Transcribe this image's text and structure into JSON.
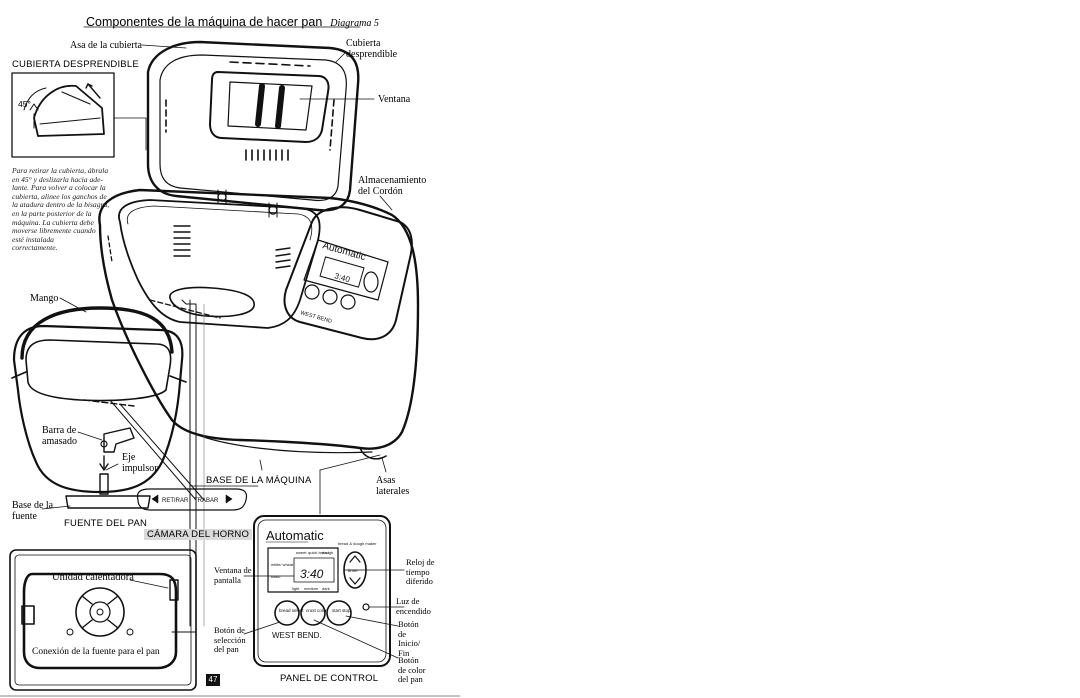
{
  "diagram": {
    "title": "Componentes de la máquina de hacer pan",
    "subtitle": "Diagrama 5",
    "page_number": "47"
  },
  "labels": {
    "cover_handle": "Asa de la cubierta",
    "removable_cover": [
      "Cubierta",
      "desprendible"
    ],
    "window": "Ventana",
    "cord_storage": [
      "Almacenamiento",
      "del Cordón"
    ],
    "handle": "Mango",
    "kneading_bar": [
      "Barra de",
      "amasado"
    ],
    "drive_shaft": [
      "Eje",
      "impulsor"
    ],
    "pan_base": [
      "Base de la",
      "fuente"
    ],
    "side_handles": [
      "Asas",
      "laterales"
    ],
    "heating_unit": "Unidad calentadora",
    "pan_connection": "Conexión de la fuente para el pan"
  },
  "bands": {
    "removable_cover": "CUBIERTA DESPRENDIBLE",
    "machine_base": "BASE DE LA MÁQUINA",
    "bread_pan": "FUENTE DEL PAN",
    "oven_chamber": "CÁMARA DEL HORNO",
    "control_panel": "PANEL DE CONTROL"
  },
  "inset": {
    "angle": "45°",
    "instructions": [
      "Para retirar la cubierta, ábrala",
      "en 45° y deslizarla hacia ade-",
      "lante. Para volver a colocar la",
      "cubierta, alinee los ganchos de",
      "la atadura dentro de la bisagra,",
      "en la parte posterior de la",
      "máquina. La cubierta debe",
      "moverse libremente cuando",
      "esté instalada",
      "correctamente."
    ]
  },
  "slider": {
    "remove": "RETIRAR",
    "lock": "TRABAR"
  },
  "panel": {
    "brand": "Automatic",
    "sub_brand": "bread & dough maker",
    "modes_top": [
      "sweet",
      "quick bread",
      "dough"
    ],
    "modes_left": [
      "white/ wheat",
      "basic"
    ],
    "time": "3:40",
    "crust": [
      "light",
      "medium",
      "dark"
    ],
    "timer": "timer",
    "buttons": [
      "bread select",
      "crust color",
      "start stop"
    ],
    "maker": "WEST BEND.",
    "labels": {
      "display_window": [
        "Ventana de",
        "pantalla"
      ],
      "delay_clock": [
        "Reloj de",
        "tiempo",
        "diferido"
      ],
      "power_light": [
        "Luz de",
        "encendido"
      ],
      "start_button": [
        "Botón",
        "de",
        "Inicio/",
        "Fin"
      ],
      "crust_button": [
        "Botón",
        "de color",
        "del pan"
      ],
      "select_button": [
        "Botón de",
        "selección",
        "del pan"
      ]
    }
  },
  "machine": {
    "brand": "Automatic",
    "time": "3:40",
    "maker": "WEST BEND"
  }
}
